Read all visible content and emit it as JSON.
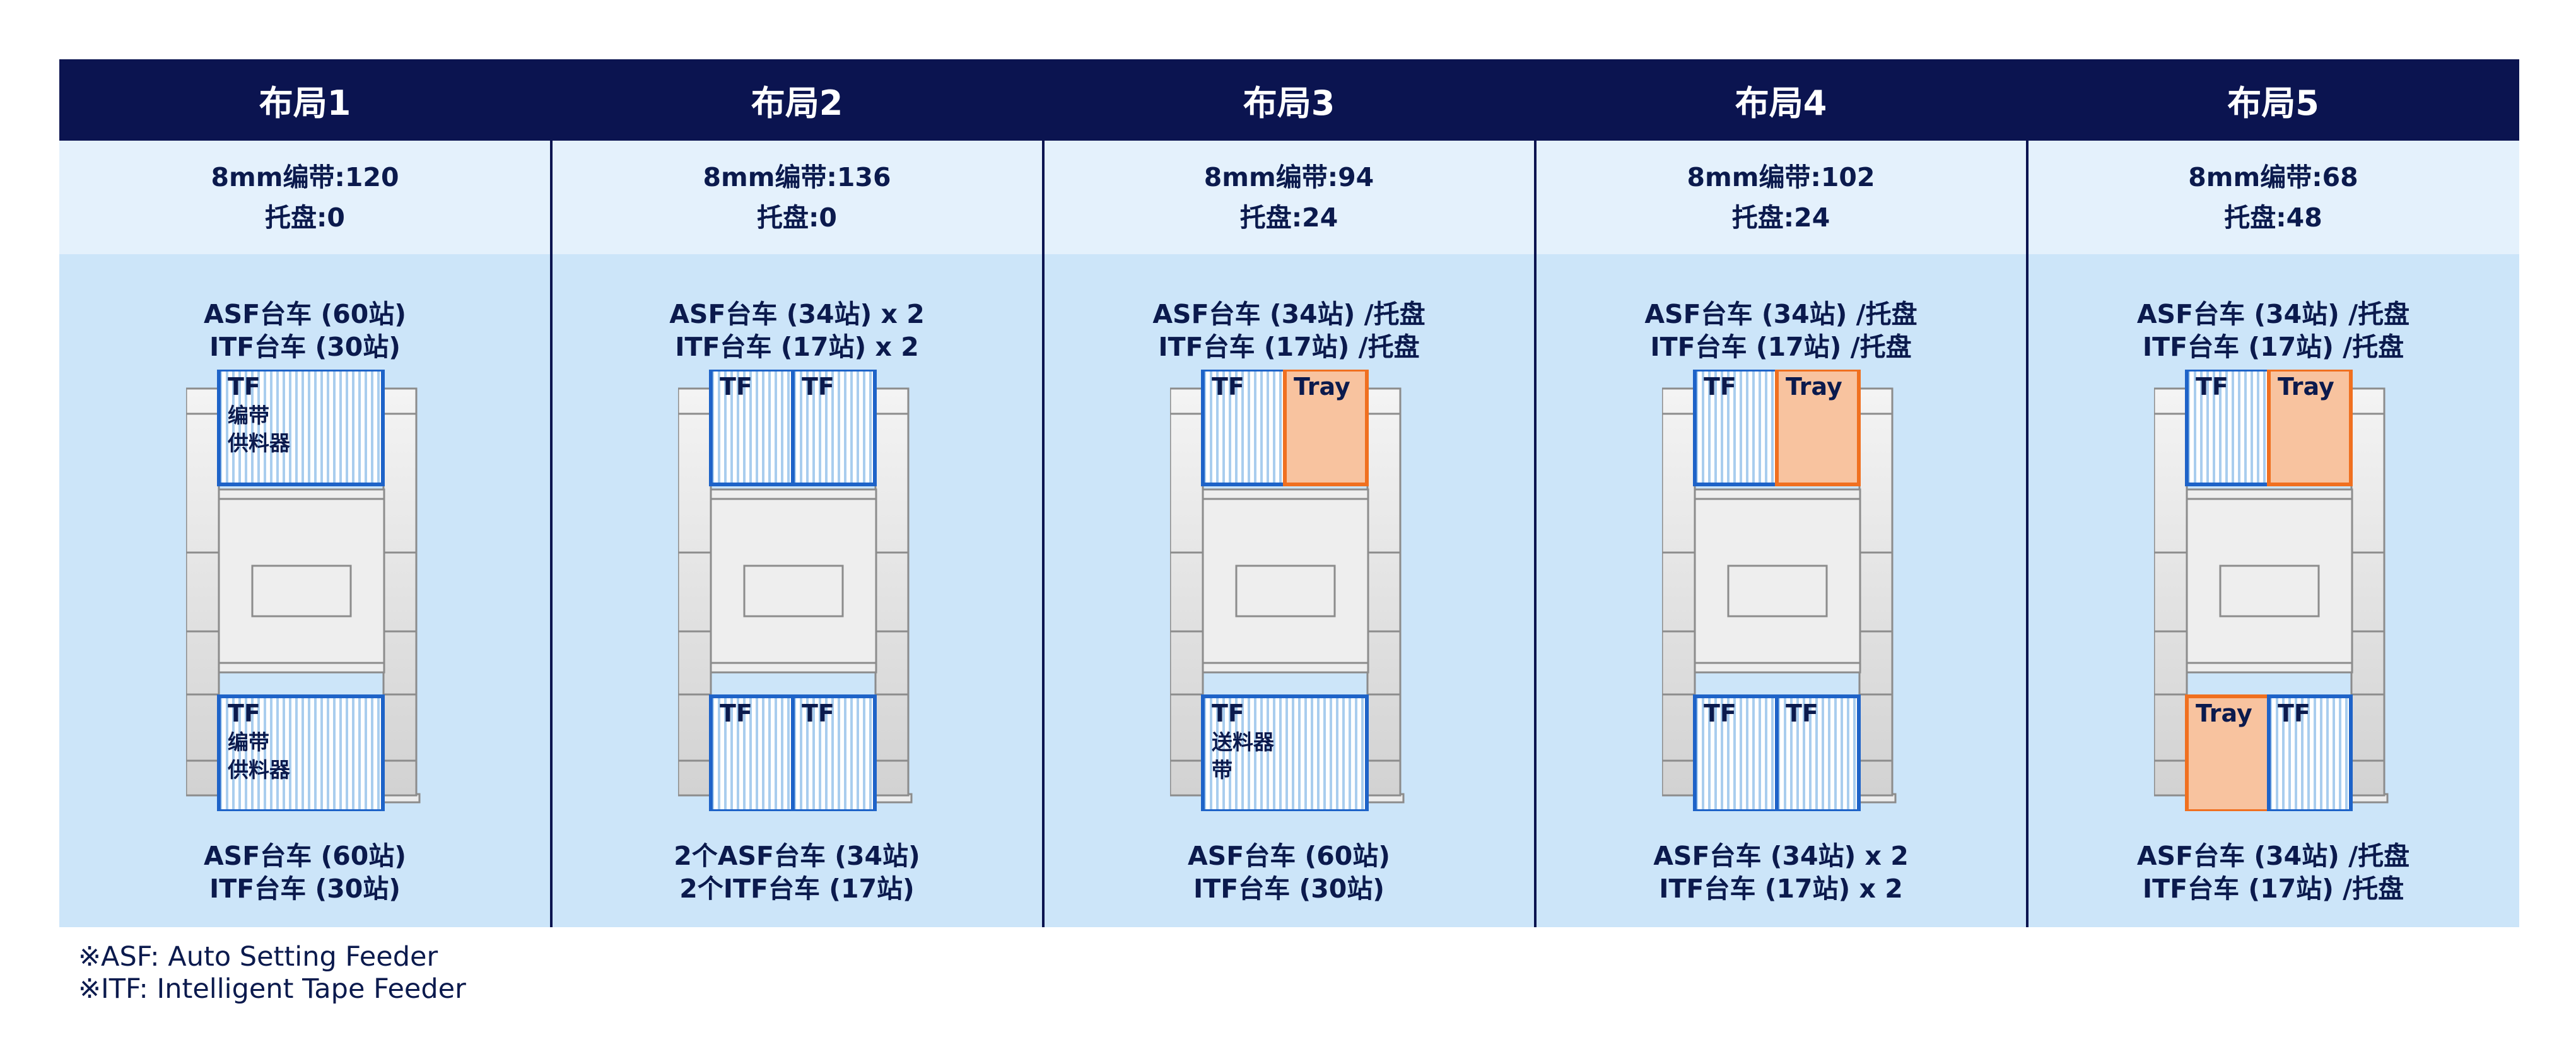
{
  "layouts": [
    {
      "title": "布局1",
      "counts": [
        "8mm编带:120",
        "托盘:0"
      ],
      "top_text": [
        "ASF台车 (60站)",
        "ITF台车 (30站)"
      ],
      "bottom_text": [
        "ASF台车 (60站)",
        "ITF台车 (30站)"
      ],
      "top_slots": [
        {
          "kind": "tf",
          "label": [
            "TF",
            "编带",
            "供料器"
          ],
          "span": 2
        }
      ],
      "bottom_slots": [
        {
          "kind": "tf",
          "label": [
            "TF",
            "编带",
            "供料器"
          ],
          "span": 2
        }
      ]
    },
    {
      "title": "布局2",
      "counts": [
        "8mm编带:136",
        "托盘:0"
      ],
      "top_text": [
        "ASF台车 (34站) x 2",
        "ITF台车 (17站) x 2"
      ],
      "bottom_text": [
        "2个ASF台车 (34站)",
        "2个ITF台车 (17站)"
      ],
      "top_slots": [
        {
          "kind": "tf",
          "label": [
            "TF"
          ],
          "span": 1
        },
        {
          "kind": "tf",
          "label": [
            "TF"
          ],
          "span": 1
        }
      ],
      "bottom_slots": [
        {
          "kind": "tf",
          "label": [
            "TF"
          ],
          "span": 1
        },
        {
          "kind": "tf",
          "label": [
            "TF"
          ],
          "span": 1
        }
      ]
    },
    {
      "title": "布局3",
      "counts": [
        "8mm编带:94",
        "托盘:24"
      ],
      "top_text": [
        "ASF台车 (34站) /托盘",
        "ITF台车 (17站) /托盘"
      ],
      "bottom_text": [
        "ASF台车 (60站)",
        "ITF台车 (30站)"
      ],
      "top_slots": [
        {
          "kind": "tf",
          "label": [
            "TF"
          ],
          "span": 1
        },
        {
          "kind": "tray",
          "label": [
            "Tray"
          ],
          "span": 1
        }
      ],
      "bottom_slots": [
        {
          "kind": "tf",
          "label": [
            "TF",
            "送料器",
            "带"
          ],
          "span": 2
        }
      ]
    },
    {
      "title": "布局4",
      "counts": [
        "8mm编带:102",
        "托盘:24"
      ],
      "top_text": [
        "ASF台车 (34站) /托盘",
        "ITF台车 (17站) /托盘"
      ],
      "bottom_text": [
        "ASF台车 (34站) x 2",
        "ITF台车 (17站) x 2"
      ],
      "top_slots": [
        {
          "kind": "tf",
          "label": [
            "TF"
          ],
          "span": 1
        },
        {
          "kind": "tray",
          "label": [
            "Tray"
          ],
          "span": 1
        }
      ],
      "bottom_slots": [
        {
          "kind": "tf",
          "label": [
            "TF"
          ],
          "span": 1
        },
        {
          "kind": "tf",
          "label": [
            "TF"
          ],
          "span": 1
        }
      ]
    },
    {
      "title": "布局5",
      "counts": [
        "8mm编带:68",
        "托盘:48"
      ],
      "top_text": [
        "ASF台车 (34站) /托盘",
        "ITF台车 (17站) /托盘"
      ],
      "bottom_text": [
        "ASF台车 (34站) /托盘",
        "ITF台车 (17站) /托盘"
      ],
      "top_slots": [
        {
          "kind": "tf",
          "label": [
            "TF"
          ],
          "span": 1
        },
        {
          "kind": "tray",
          "label": [
            "Tray"
          ],
          "span": 1
        }
      ],
      "bottom_slots": [
        {
          "kind": "tray",
          "label": [
            "Tray"
          ],
          "span": 1
        },
        {
          "kind": "tf",
          "label": [
            "TF"
          ],
          "span": 1
        }
      ]
    }
  ],
  "footnotes": [
    "※ASF: Auto Setting Feeder",
    "※ITF: Intelligent Tape Feeder"
  ],
  "colors": {
    "header_bg": "#0b1450",
    "counts_bg": "#e4f1fc",
    "body_bg": "#cce5f9",
    "tf_border": "#1e63c8",
    "tf_stripe": "#a9cdee",
    "tray_fill": "#f8c39f",
    "tray_border": "#f07020",
    "machine_gray": "#8c8c8c"
  }
}
